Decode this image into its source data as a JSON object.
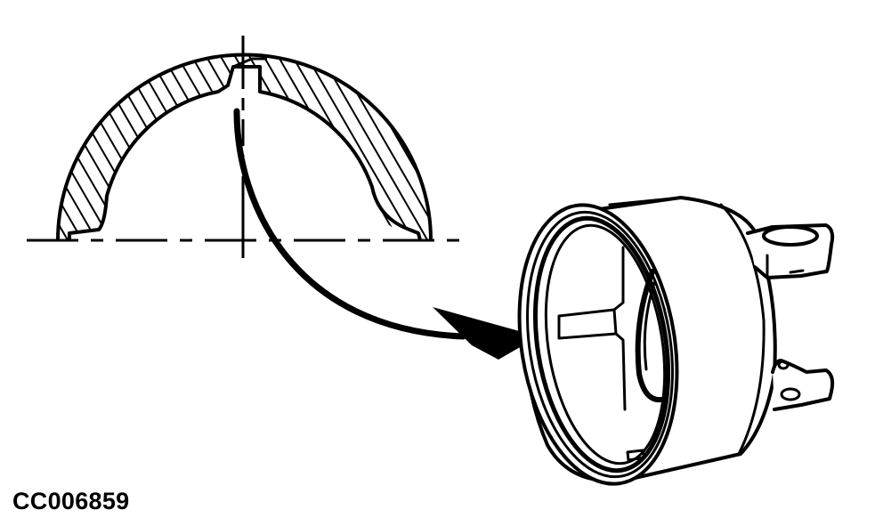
{
  "figure": {
    "id_label": "CC006859",
    "colors": {
      "ink": "#000000",
      "paper": "#ffffff"
    },
    "parts": {
      "section_view": "half cross-section of yoke bearing bore with top notch, hatched",
      "component_view": "yoke with cylindrical bore and two ears",
      "callout_arrow": "curved arrow from cross-section centerline to bore notch"
    }
  }
}
